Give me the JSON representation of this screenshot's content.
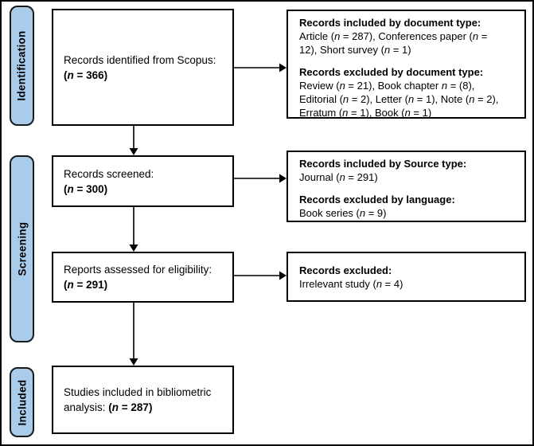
{
  "figure": {
    "title": "PRISMA flow diagram of record selection for bibliometric analysis",
    "colors": {
      "stage_pill_fill": "#A9CCEB",
      "stage_pill_border": "#1A1A1A",
      "box_border": "#000000",
      "background": "#FFFFFF"
    },
    "stages": [
      {
        "label": "Identification"
      },
      {
        "label": "Screening"
      },
      {
        "label": "Included"
      }
    ],
    "main_boxes": [
      {
        "name": "records-identified",
        "lines": [
          [
            {
              "t": "Records identified from Scopus:"
            }
          ],
          [
            {
              "t": "(",
              "b": true
            },
            {
              "t": "n",
              "b": true,
              "i": true
            },
            {
              "t": " = 366)",
              "b": true
            }
          ]
        ]
      },
      {
        "name": "records-screened",
        "lines": [
          [
            {
              "t": "Records screened:"
            }
          ],
          [
            {
              "t": "(",
              "b": true
            },
            {
              "t": "n",
              "b": true,
              "i": true
            },
            {
              "t": " = 300)",
              "b": true
            }
          ]
        ]
      },
      {
        "name": "reports-assessed",
        "lines": [
          [
            {
              "t": "Reports assessed for eligibility:"
            }
          ],
          [
            {
              "t": "(",
              "b": true
            },
            {
              "t": "n",
              "b": true,
              "i": true
            },
            {
              "t": " = 291)",
              "b": true
            }
          ]
        ]
      },
      {
        "name": "studies-included",
        "lines": [
          [
            {
              "t": "Studies included in bibliometric"
            }
          ],
          [
            {
              "t": "analysis: "
            },
            {
              "t": "(",
              "b": true
            },
            {
              "t": "n",
              "b": true,
              "i": true
            },
            {
              "t": " = 287)",
              "b": true
            }
          ]
        ]
      }
    ],
    "side_boxes": [
      {
        "name": "document-type-detail",
        "lines": [
          [
            {
              "t": "Records included by document type:",
              "b": true
            }
          ],
          [
            {
              "t": "Article ("
            },
            {
              "t": "n",
              "i": true
            },
            {
              "t": " = 287), Conferences paper ("
            },
            {
              "t": "n",
              "i": true
            },
            {
              "t": " ="
            }
          ],
          [
            {
              "t": "12), Short survey ("
            },
            {
              "t": "n",
              "i": true
            },
            {
              "t": " = 1)"
            }
          ],
          [],
          [
            {
              "t": "Records excluded by document type:",
              "b": true
            }
          ],
          [
            {
              "t": "Review ("
            },
            {
              "t": "n",
              "i": true
            },
            {
              "t": " = 21), Book chapter "
            },
            {
              "t": "n",
              "i": true
            },
            {
              "t": " = (8),"
            }
          ],
          [
            {
              "t": "Editorial ("
            },
            {
              "t": "n",
              "i": true
            },
            {
              "t": " = 2), Letter ("
            },
            {
              "t": "n",
              "i": true
            },
            {
              "t": " = 1), Note ("
            },
            {
              "t": "n",
              "i": true
            },
            {
              "t": " = 2),"
            }
          ],
          [
            {
              "t": "Erratum ("
            },
            {
              "t": "n",
              "i": true
            },
            {
              "t": " = 1), Book ("
            },
            {
              "t": "n",
              "i": true
            },
            {
              "t": " = 1)"
            }
          ]
        ]
      },
      {
        "name": "source-type-detail",
        "lines": [
          [
            {
              "t": "Records included by Source type:",
              "b": true
            }
          ],
          [
            {
              "t": "Journal ("
            },
            {
              "t": "n",
              "i": true
            },
            {
              "t": " = 291)"
            }
          ],
          [],
          [
            {
              "t": "Records excluded by language:",
              "b": true
            }
          ],
          [
            {
              "t": "Book series ("
            },
            {
              "t": "n",
              "i": true
            },
            {
              "t": " = 9)"
            }
          ]
        ]
      },
      {
        "name": "records-excluded-detail",
        "lines": [
          [
            {
              "t": "Records excluded:",
              "b": true
            }
          ],
          [
            {
              "t": "Irrelevant study ("
            },
            {
              "t": "n",
              "i": true
            },
            {
              "t": " = 4)"
            }
          ]
        ]
      }
    ]
  }
}
